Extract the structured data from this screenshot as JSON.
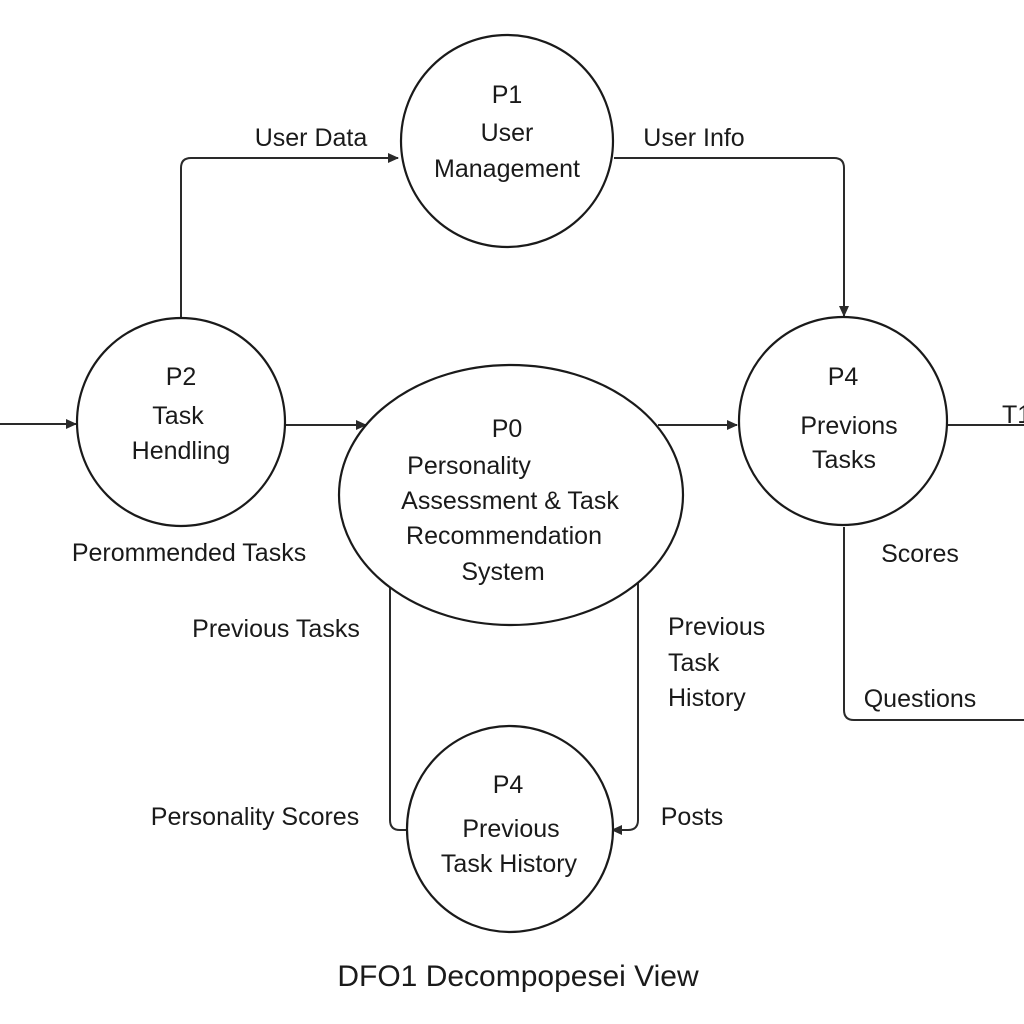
{
  "nodes": {
    "p1": {
      "id": "P1",
      "lines": [
        "User",
        "Management"
      ]
    },
    "p2": {
      "id": "P2",
      "lines": [
        "Task",
        "Hendling"
      ]
    },
    "p0": {
      "id": "P0",
      "lines": [
        "Personality",
        "Assessment & Task",
        "Recommendation",
        "System"
      ]
    },
    "p4_right": {
      "id": "P4",
      "lines": [
        "Previons",
        "Tasks"
      ]
    },
    "p4_bottom": {
      "id": "P4",
      "lines": [
        "Previous",
        "Task History"
      ]
    }
  },
  "flows": {
    "user_data": "User Data",
    "user_info": "User Info",
    "recommended_tasks": "Perommended Tasks",
    "previous_tasks": "Previous Tasks",
    "previous_task_history": [
      "Previous",
      "Task",
      "History"
    ],
    "personality_scores": "Personality Scores",
    "posts": "Posts",
    "scores": "Scores",
    "questions": "Questions",
    "edge_cut": "T1"
  },
  "caption": "DFO1 Decompopesei View"
}
